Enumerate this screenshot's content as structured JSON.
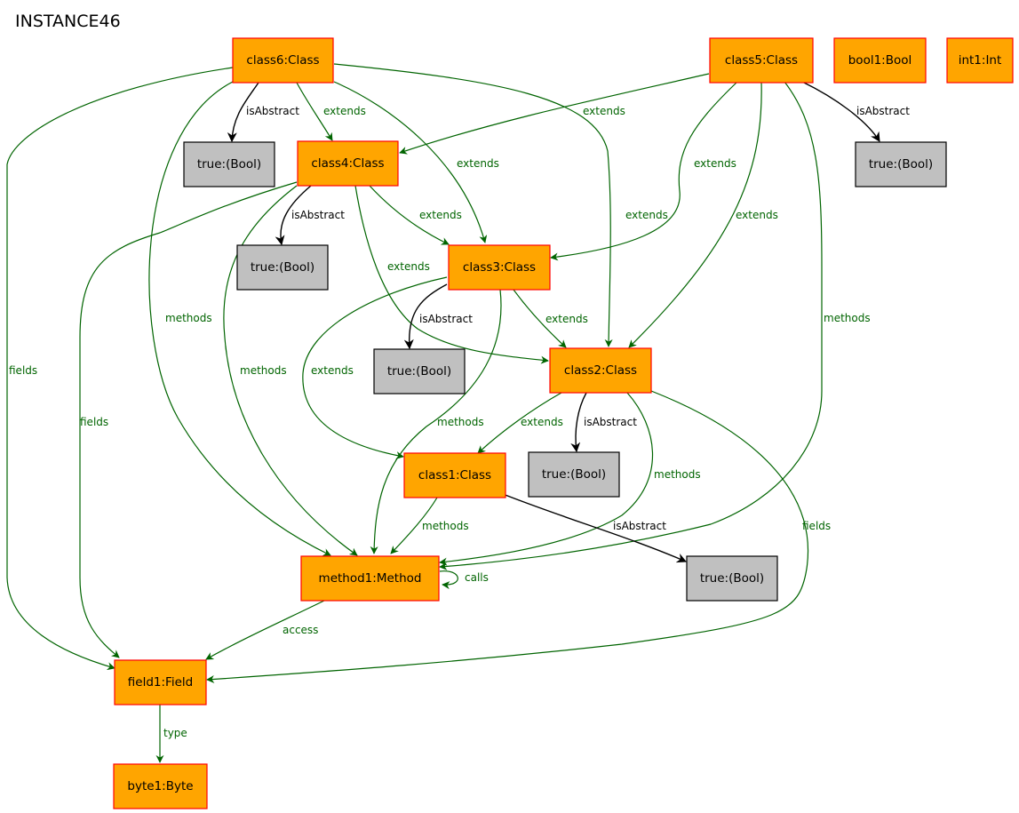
{
  "title": "INSTANCE46",
  "colors": {
    "class_fill": "#ffa500",
    "class_border": "#ff0000",
    "value_fill": "#c0c0c0",
    "value_border": "#000000",
    "edge_green": "#006400",
    "edge_black": "#000000"
  },
  "nodes": {
    "class6": {
      "label": "class6:Class",
      "kind": "class"
    },
    "class5": {
      "label": "class5:Class",
      "kind": "class"
    },
    "bool1": {
      "label": "bool1:Bool",
      "kind": "class"
    },
    "int1": {
      "label": "int1:Int",
      "kind": "class"
    },
    "true_c6": {
      "label": "true:(Bool)",
      "kind": "value"
    },
    "class4": {
      "label": "class4:Class",
      "kind": "class"
    },
    "true_c5": {
      "label": "true:(Bool)",
      "kind": "value"
    },
    "true_c4": {
      "label": "true:(Bool)",
      "kind": "value"
    },
    "class3": {
      "label": "class3:Class",
      "kind": "class"
    },
    "true_c3": {
      "label": "true:(Bool)",
      "kind": "value"
    },
    "class2": {
      "label": "class2:Class",
      "kind": "class"
    },
    "class1": {
      "label": "class1:Class",
      "kind": "class"
    },
    "true_c2": {
      "label": "true:(Bool)",
      "kind": "value"
    },
    "method1": {
      "label": "method1:Method",
      "kind": "class"
    },
    "true_c1": {
      "label": "true:(Bool)",
      "kind": "value"
    },
    "field1": {
      "label": "field1:Field",
      "kind": "class"
    },
    "byte1": {
      "label": "byte1:Byte",
      "kind": "class"
    }
  },
  "edges": [
    {
      "id": "e1",
      "from": "class6",
      "to": "true_c6",
      "label": "isAbstract",
      "color": "black"
    },
    {
      "id": "e2",
      "from": "class6",
      "to": "class4",
      "label": "extends",
      "color": "green"
    },
    {
      "id": "e3",
      "from": "class6",
      "to": "class3",
      "label": "extends",
      "color": "green"
    },
    {
      "id": "e4",
      "from": "class6",
      "to": "class2",
      "label": "extends",
      "color": "green"
    },
    {
      "id": "e5",
      "from": "class6",
      "to": "method1",
      "label": "methods",
      "color": "green"
    },
    {
      "id": "e6",
      "from": "class6",
      "to": "field1",
      "label": "fields",
      "color": "green"
    },
    {
      "id": "e7",
      "from": "class5",
      "to": "class4",
      "label": "extends",
      "color": "green"
    },
    {
      "id": "e8",
      "from": "class5",
      "to": "class3",
      "label": "extends",
      "color": "green"
    },
    {
      "id": "e9",
      "from": "class5",
      "to": "class2",
      "label": "extends",
      "color": "green"
    },
    {
      "id": "e10",
      "from": "class5",
      "to": "true_c5",
      "label": "isAbstract",
      "color": "black"
    },
    {
      "id": "e11",
      "from": "class5",
      "to": "method1",
      "label": "methods",
      "color": "green"
    },
    {
      "id": "e12",
      "from": "class4",
      "to": "true_c4",
      "label": "isAbstract",
      "color": "black"
    },
    {
      "id": "e13",
      "from": "class4",
      "to": "class3",
      "label": "extends",
      "color": "green"
    },
    {
      "id": "e14",
      "from": "class4",
      "to": "class2",
      "label": "extends",
      "color": "green"
    },
    {
      "id": "e15",
      "from": "class4",
      "to": "method1",
      "label": "methods",
      "color": "green"
    },
    {
      "id": "e16",
      "from": "class4",
      "to": "field1",
      "label": "fields",
      "color": "green"
    },
    {
      "id": "e17",
      "from": "class3",
      "to": "true_c3",
      "label": "isAbstract",
      "color": "black"
    },
    {
      "id": "e18",
      "from": "class3",
      "to": "class2",
      "label": "extends",
      "color": "green"
    },
    {
      "id": "e19",
      "from": "class3",
      "to": "class1",
      "label": "extends",
      "color": "green"
    },
    {
      "id": "e20",
      "from": "class3",
      "to": "method1",
      "label": "methods",
      "color": "green"
    },
    {
      "id": "e21",
      "from": "class2",
      "to": "class1",
      "label": "extends",
      "color": "green"
    },
    {
      "id": "e22",
      "from": "class2",
      "to": "true_c2",
      "label": "isAbstract",
      "color": "black"
    },
    {
      "id": "e23",
      "from": "class2",
      "to": "method1",
      "label": "methods",
      "color": "green"
    },
    {
      "id": "e24",
      "from": "class2",
      "to": "field1",
      "label": "fields",
      "color": "green"
    },
    {
      "id": "e25",
      "from": "class1",
      "to": "method1",
      "label": "methods",
      "color": "green"
    },
    {
      "id": "e26",
      "from": "class1",
      "to": "true_c1",
      "label": "isAbstract",
      "color": "black"
    },
    {
      "id": "e27",
      "from": "method1",
      "to": "method1",
      "label": "calls",
      "color": "green"
    },
    {
      "id": "e28",
      "from": "method1",
      "to": "field1",
      "label": "access",
      "color": "green"
    },
    {
      "id": "e29",
      "from": "field1",
      "to": "byte1",
      "label": "type",
      "color": "green"
    }
  ]
}
